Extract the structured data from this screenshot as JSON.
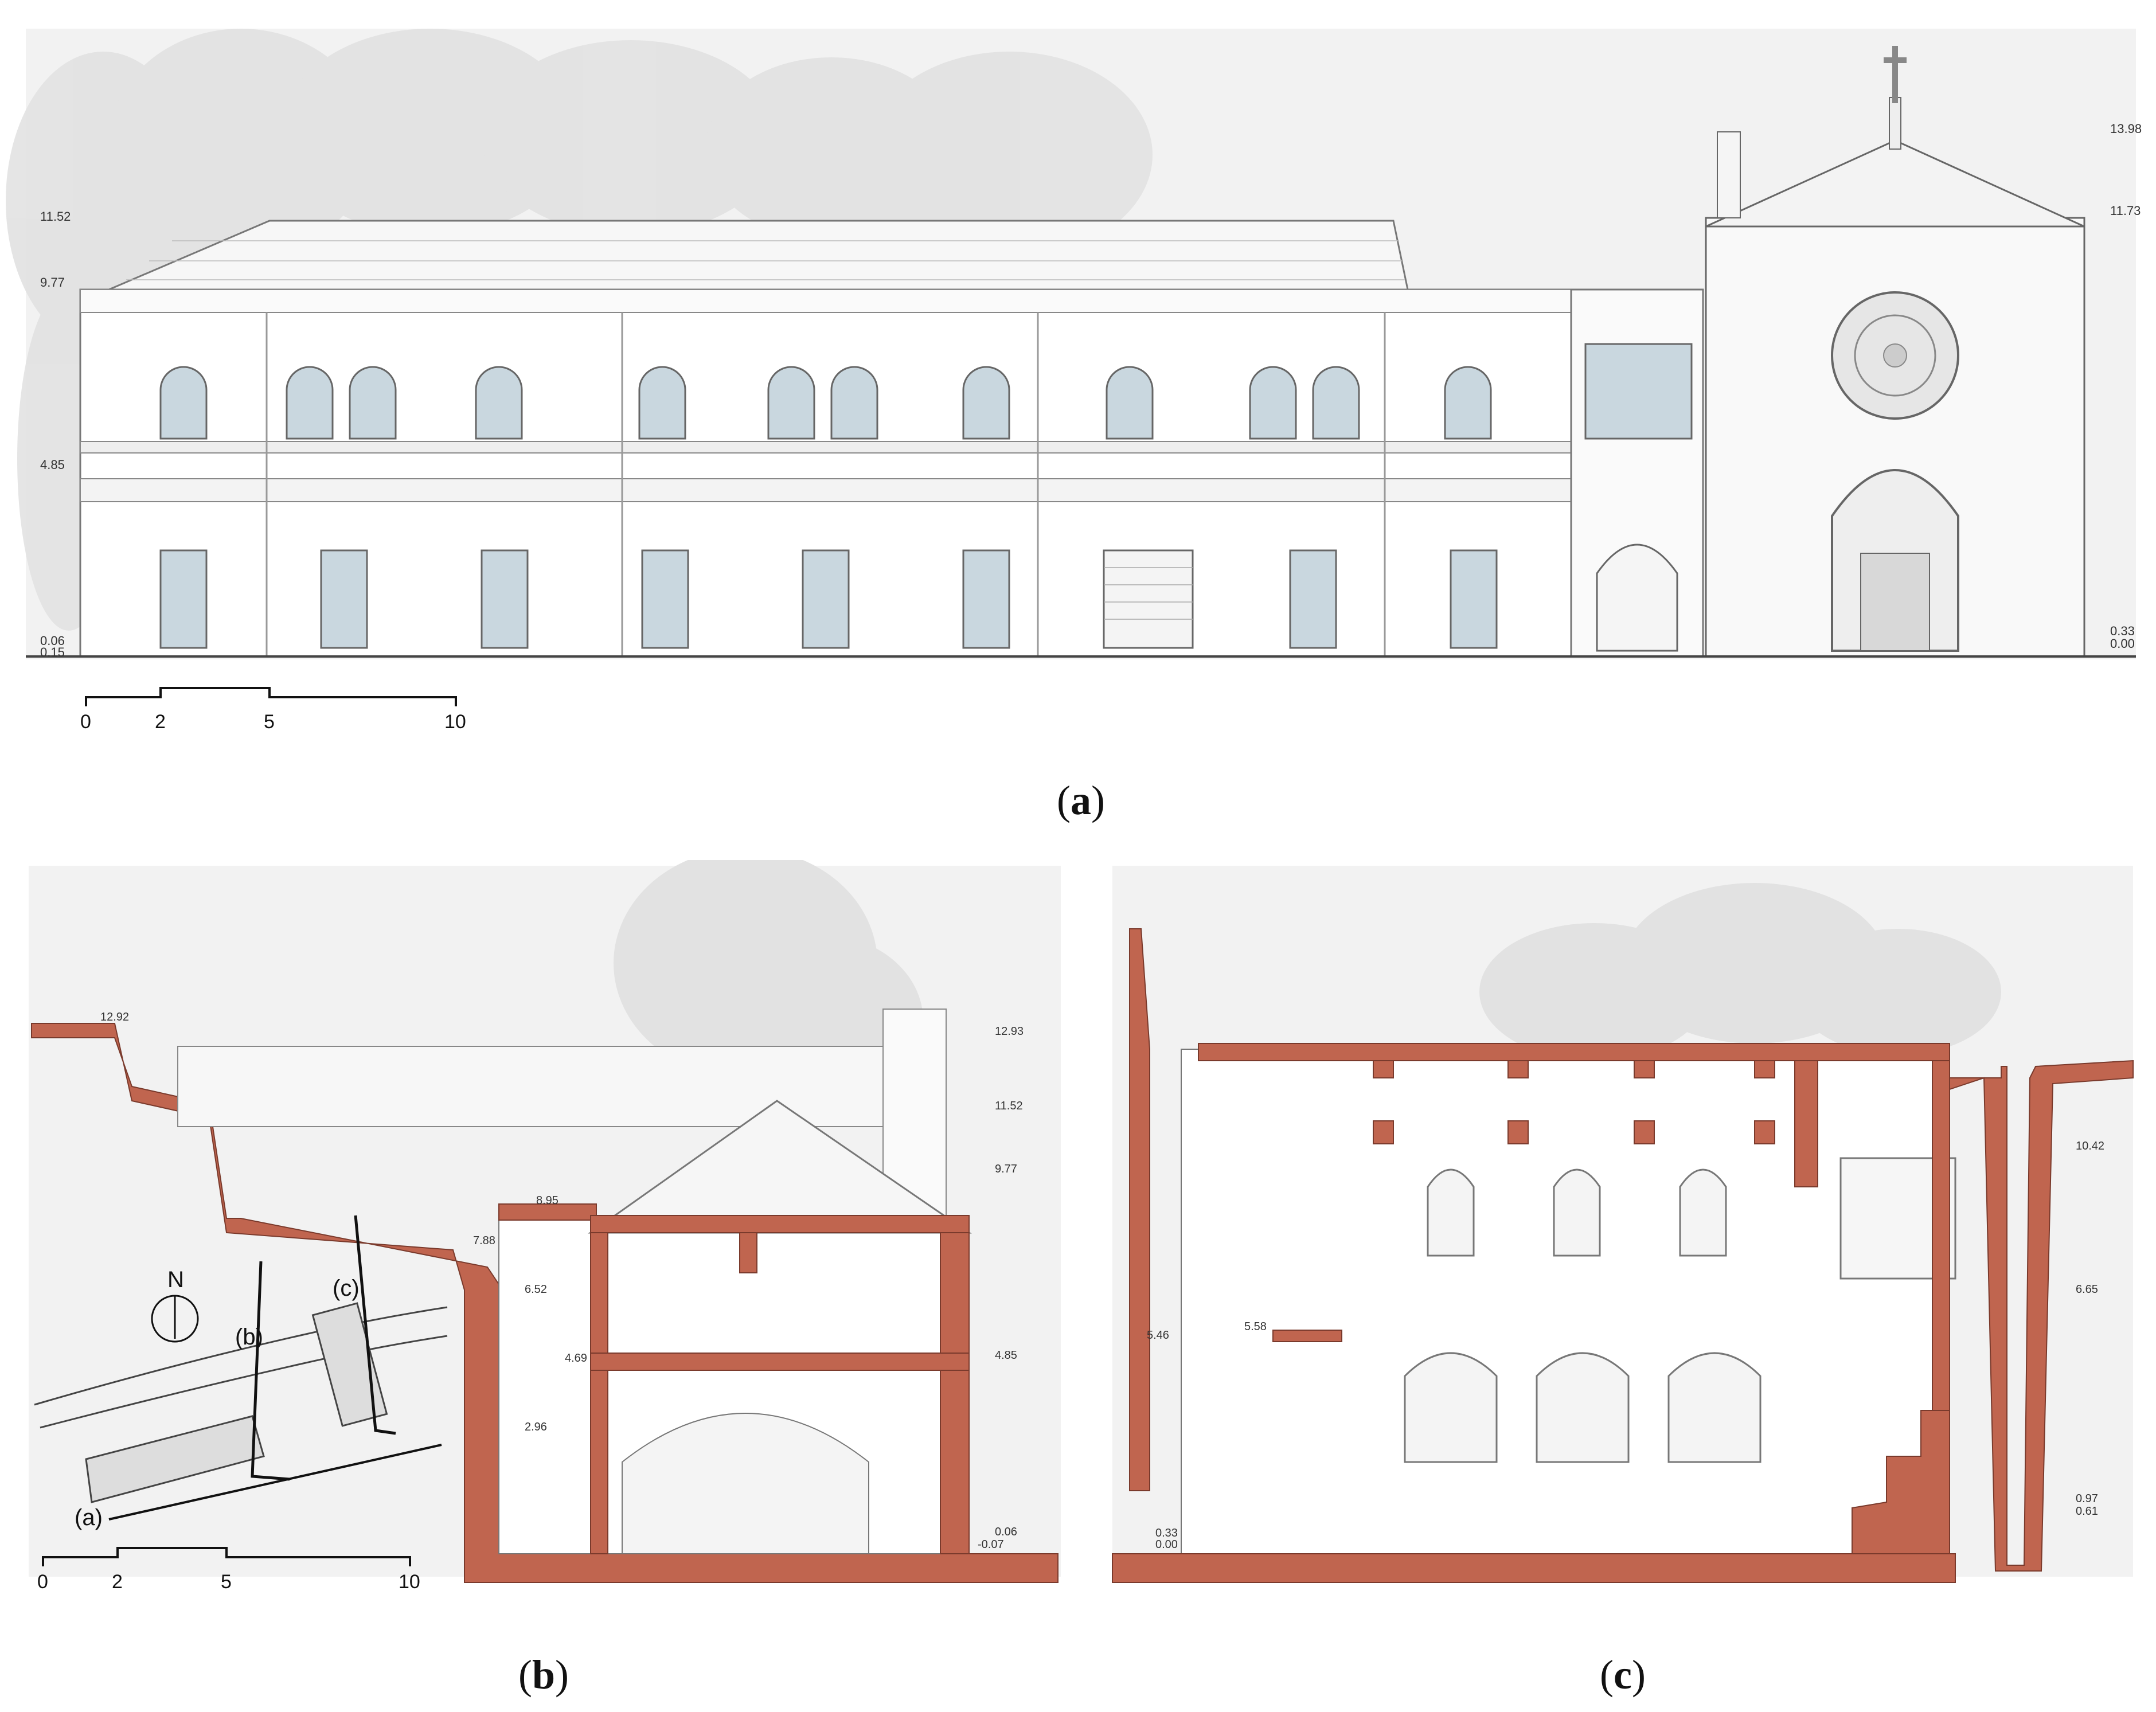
{
  "captions": {
    "a": "a",
    "b": "b",
    "c": "c"
  },
  "scale_bar": {
    "ticks": [
      "0",
      "2",
      "5",
      "10"
    ]
  },
  "elevation_a": {
    "left_marks": [
      "11.52",
      "9.77",
      "4.85",
      "0.06",
      "0.15"
    ],
    "right_marks": [
      "13.98",
      "11.73",
      "0.33",
      "0.00"
    ]
  },
  "section_b": {
    "top_left_mark": "12.92",
    "right_marks": [
      "12.93",
      "11.52",
      "9.77",
      "4.85",
      "0.06",
      "-0.07"
    ],
    "inner_marks": [
      "8.95",
      "7.88",
      "6.52",
      "4.69",
      "2.96"
    ]
  },
  "section_c": {
    "left_marks": [
      "5.46",
      "0.33",
      "0.00"
    ],
    "inner_marks": [
      "5.58"
    ],
    "right_marks": [
      "10.42",
      "6.65",
      "0.97",
      "0.61"
    ]
  },
  "key_plan": {
    "north": "N",
    "labels": {
      "a": "(a)",
      "b": "(b)",
      "c": "(c)"
    }
  },
  "colors": {
    "section_fill": "#c0654f",
    "background": "#f2f2f2",
    "line": "#666666",
    "glass": "#c9d7df"
  }
}
